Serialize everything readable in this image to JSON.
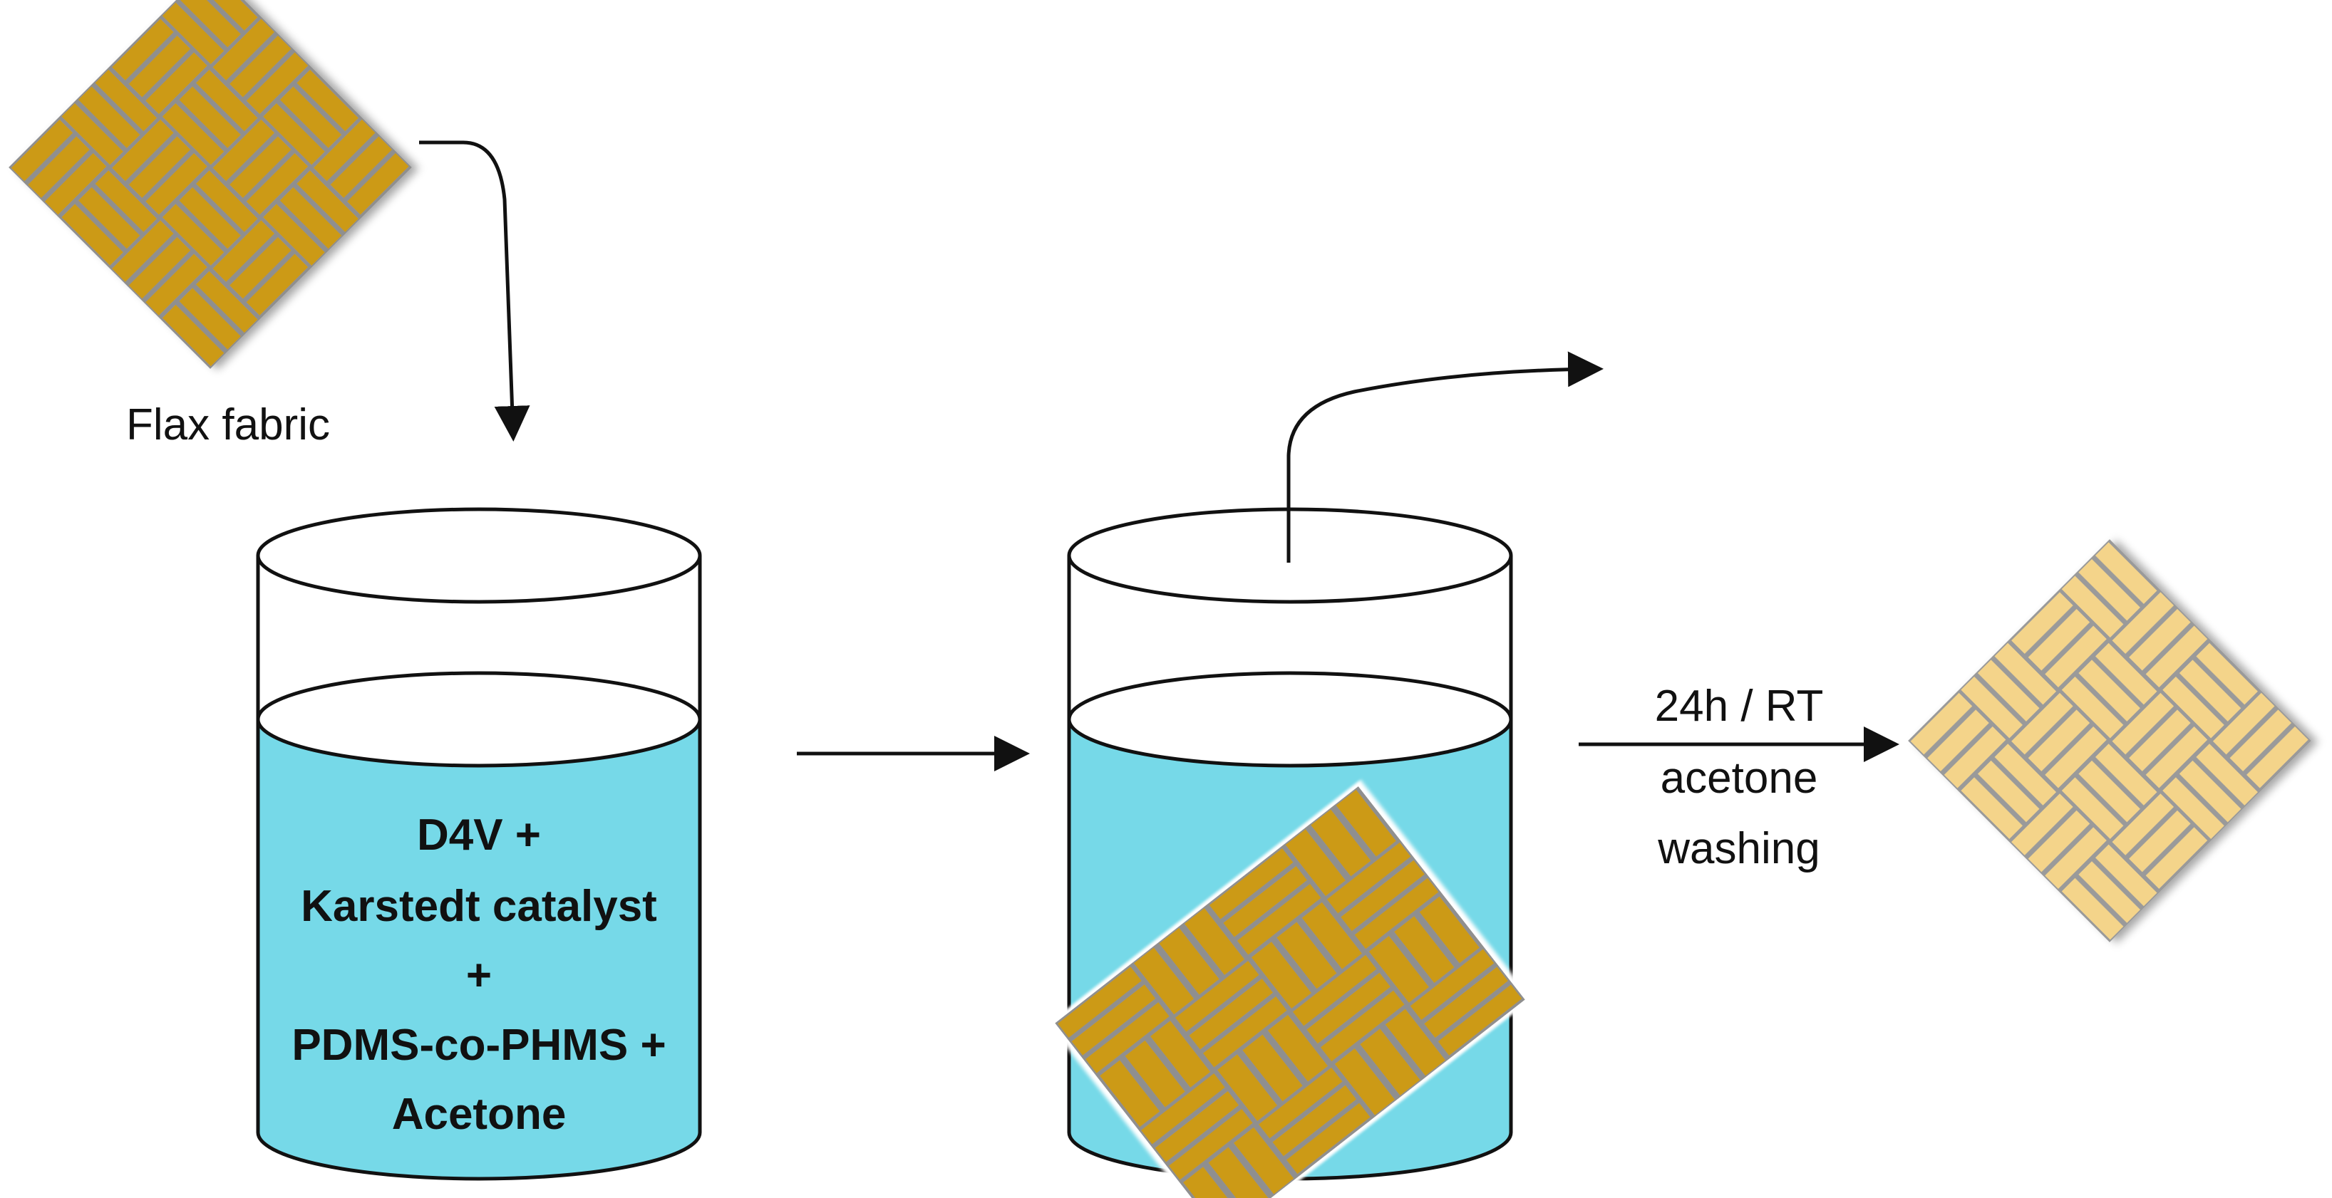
{
  "labels": {
    "flax_fabric": "Flax fabric",
    "solution_line1": "D4V +",
    "solution_line2": "Karstedt catalyst",
    "solution_line3": "+",
    "solution_line4": "PDMS-co-PHMS +",
    "solution_line5": "Acetone",
    "condition_top": "24h / RT",
    "condition_mid": "acetone",
    "condition_bot": "washing"
  },
  "colors": {
    "liquid": "#76d9e8",
    "fabric_raw": "#cc9a12",
    "fabric_raw_groove": "#8f8f8f",
    "fabric_treated": "#f4d48a",
    "fabric_treated_groove": "#9a9a9a",
    "line": "#111111",
    "background": "#ffffff"
  }
}
